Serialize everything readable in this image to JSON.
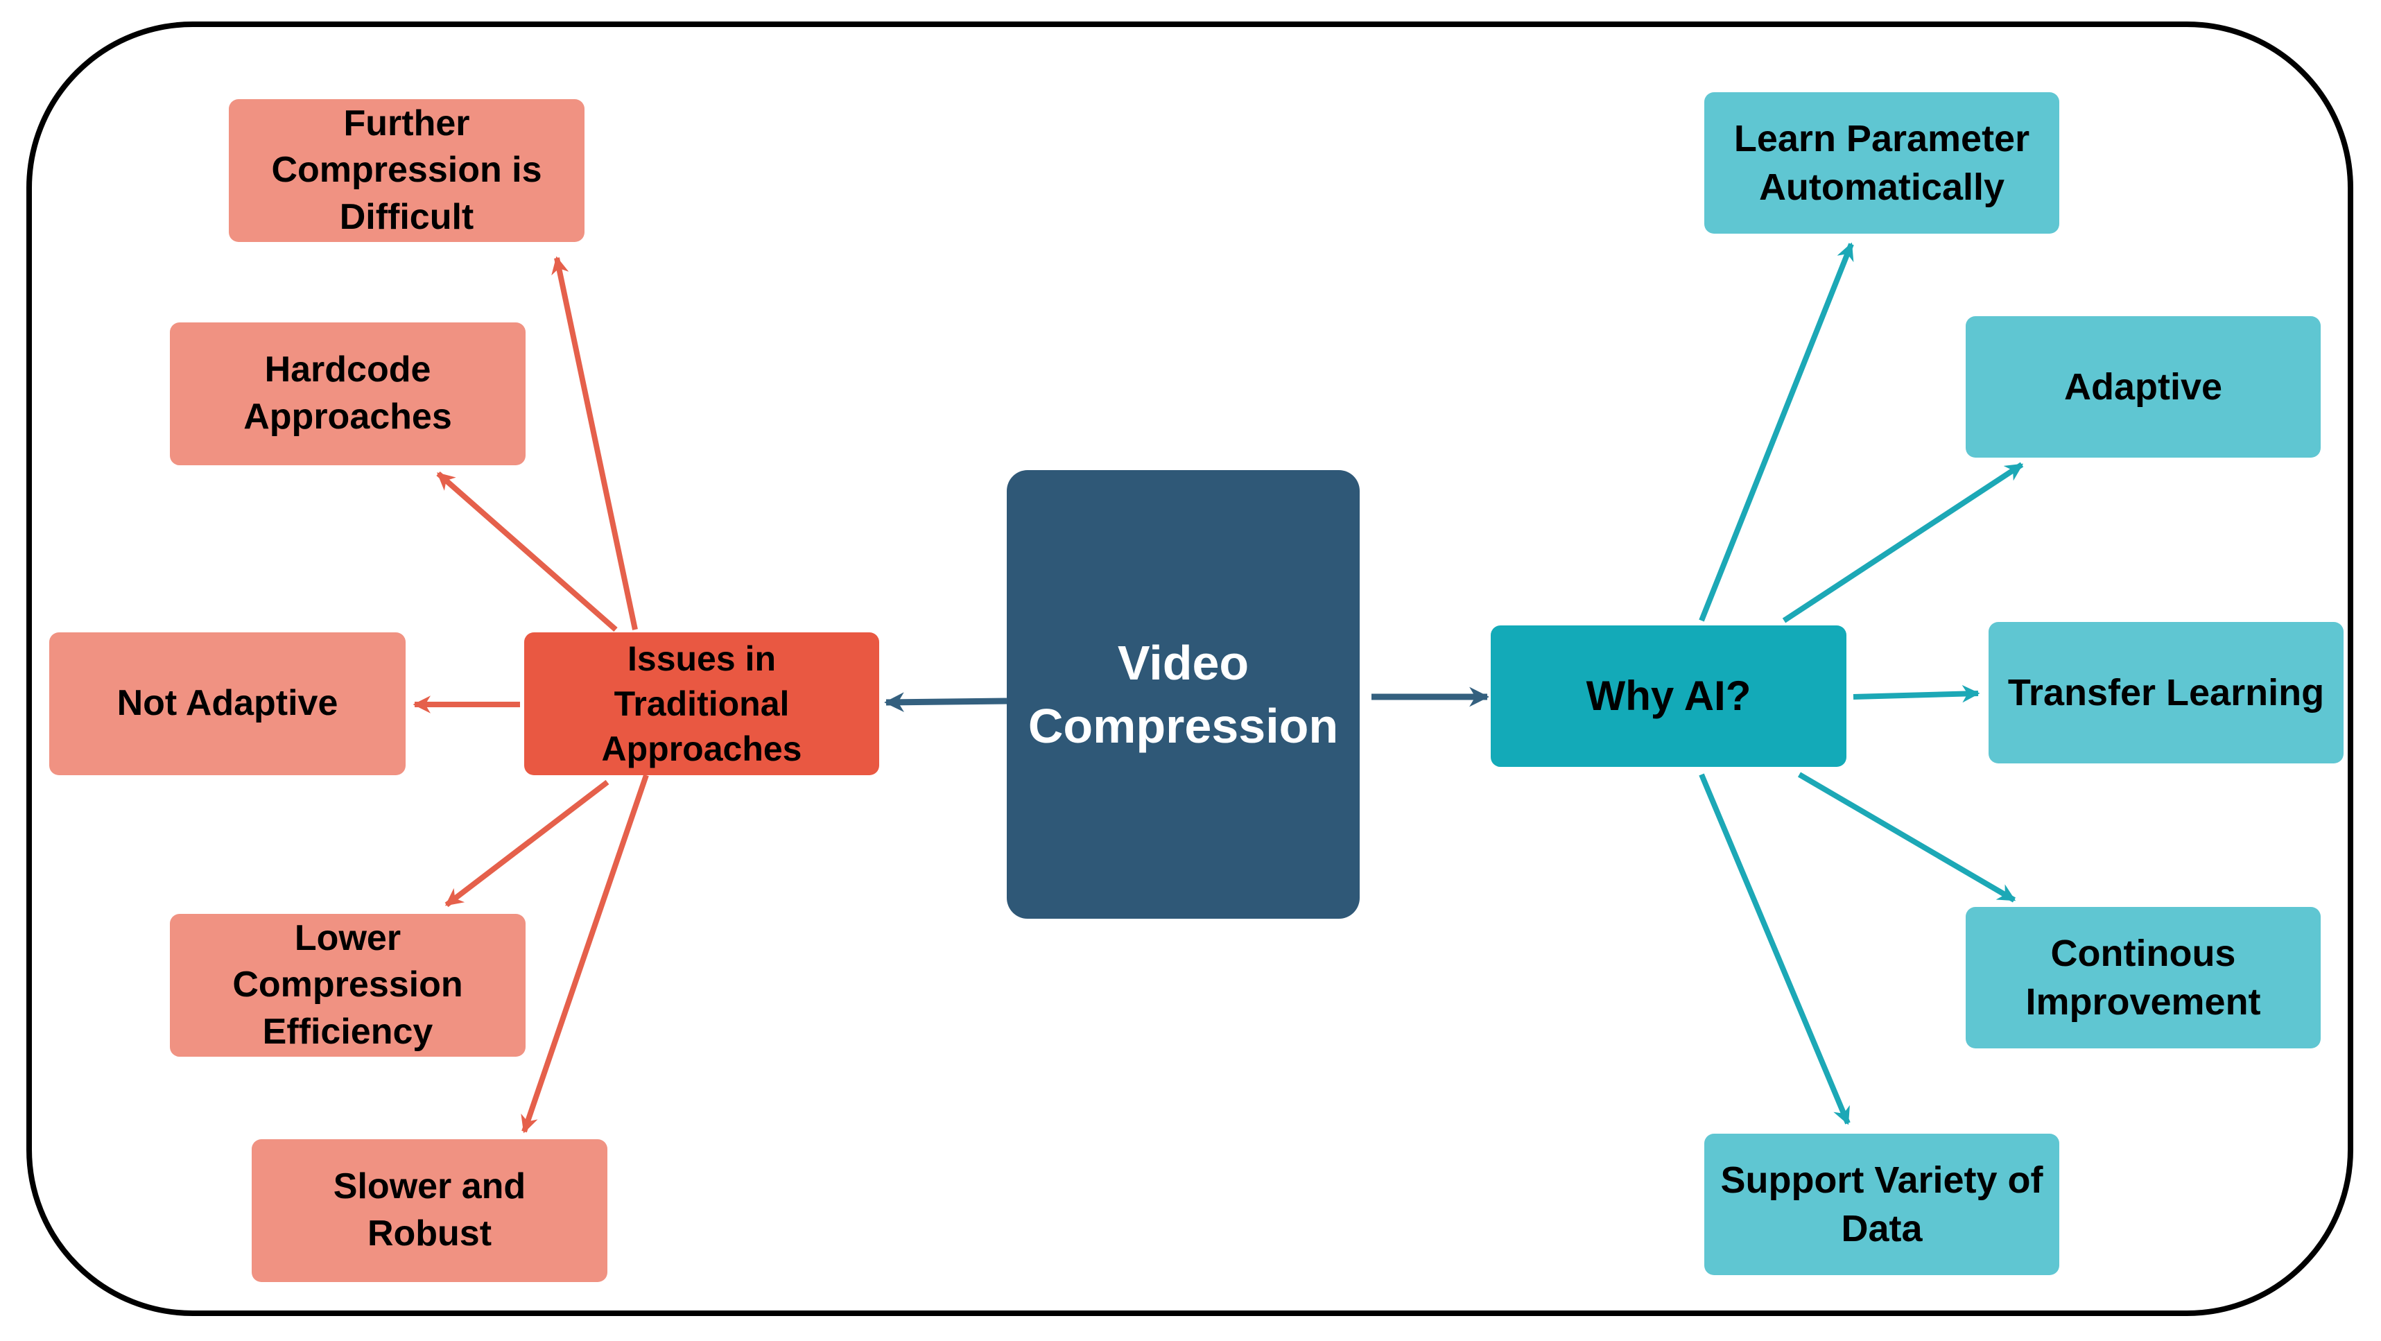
{
  "diagram": {
    "center": {
      "label": "Video\nCompression"
    },
    "issues_hub": {
      "label": "Issues in\nTraditional\nApproaches"
    },
    "issues": [
      {
        "label": "Further\nCompression is\nDifficult"
      },
      {
        "label": "Hardcode\nApproaches"
      },
      {
        "label": "Not Adaptive"
      },
      {
        "label": "Lower\nCompression\nEfficiency"
      },
      {
        "label": "Slower and\nRobust"
      }
    ],
    "ai_hub": {
      "label": "Why AI?"
    },
    "ai_benefits": [
      {
        "label": "Learn Parameter\nAutomatically"
      },
      {
        "label": "Adaptive"
      },
      {
        "label": "Transfer Learning"
      },
      {
        "label": "Continous\nImprovement"
      },
      {
        "label": "Support Variety of\nData"
      }
    ],
    "colors": {
      "center": "#2F5877",
      "issues_hub": "#E95842",
      "issues": "#F09282",
      "issue_arrows": "#E5604B",
      "ai_hub": "#13AAB8",
      "ai_benefits": "#5FC6D2",
      "ai_arrows": "#1CA8B6",
      "center_arrows": "#34607F"
    }
  }
}
